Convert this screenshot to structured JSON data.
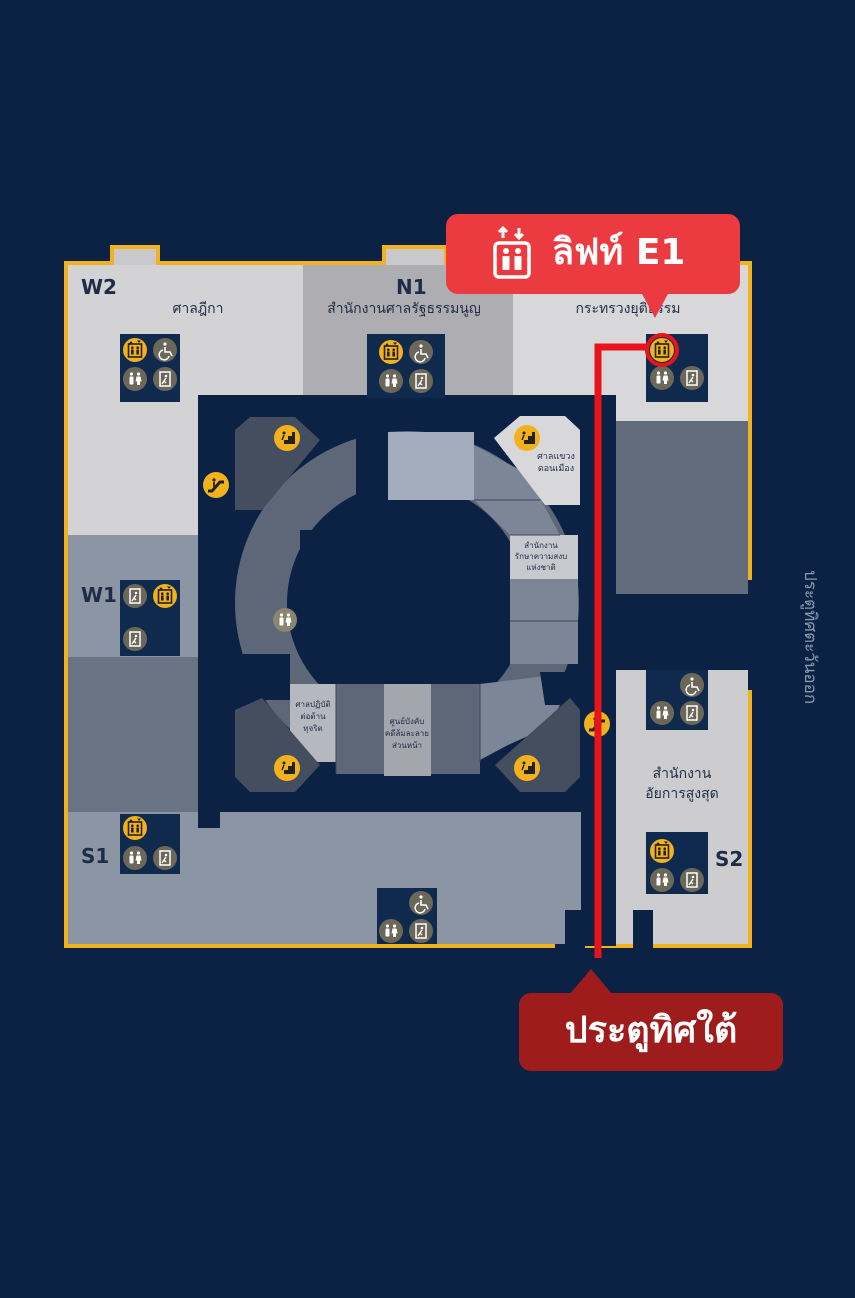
{
  "zones": {
    "w2": "W2",
    "n1": "N1",
    "w1": "W1",
    "s1": "S1",
    "s2": "S2"
  },
  "rooms": {
    "supreme_court": "ศาลฎีกา",
    "constitutional_court": "สำนักงานศาลรัฐธรรมนูญ",
    "ministry_justice": "กระทรวงยุติธรรม",
    "don_mueang_court": [
      "ศาลแขวง",
      "ดอนเมือง"
    ],
    "peace_office": [
      "สำนักงาน",
      "รักษาความสงบ",
      "แห่งชาติ"
    ],
    "corruption_court": [
      "ศาลปฏิบัติ",
      "ต่อต้าน",
      "ทุจริต"
    ],
    "enforcement_center": [
      "ศูนย์บังคับ",
      "คดีล้มละลาย",
      "ส่วนหน้า"
    ],
    "attorney_general": [
      "สำนักงาน",
      "อัยการสูงสุด"
    ]
  },
  "callouts": {
    "elevator": "ลิฟท์ E1",
    "south_gate": "ประตูทิศใต้"
  },
  "road_label": "ประตูทิศตะวันออก",
  "colors": {
    "background": "#0b2244",
    "border": "#f2b21e",
    "elevator_callout": "#ec3b40",
    "gate_callout": "#9e1c1c",
    "route_line": "#e8141b",
    "icon_active": "#f2b21e",
    "icon_inactive": "#6b6759"
  },
  "icons": [
    "elevator-icon",
    "wheelchair-icon",
    "restroom-icon",
    "fire-exit-icon",
    "escalator-icon",
    "stairs-icon"
  ]
}
